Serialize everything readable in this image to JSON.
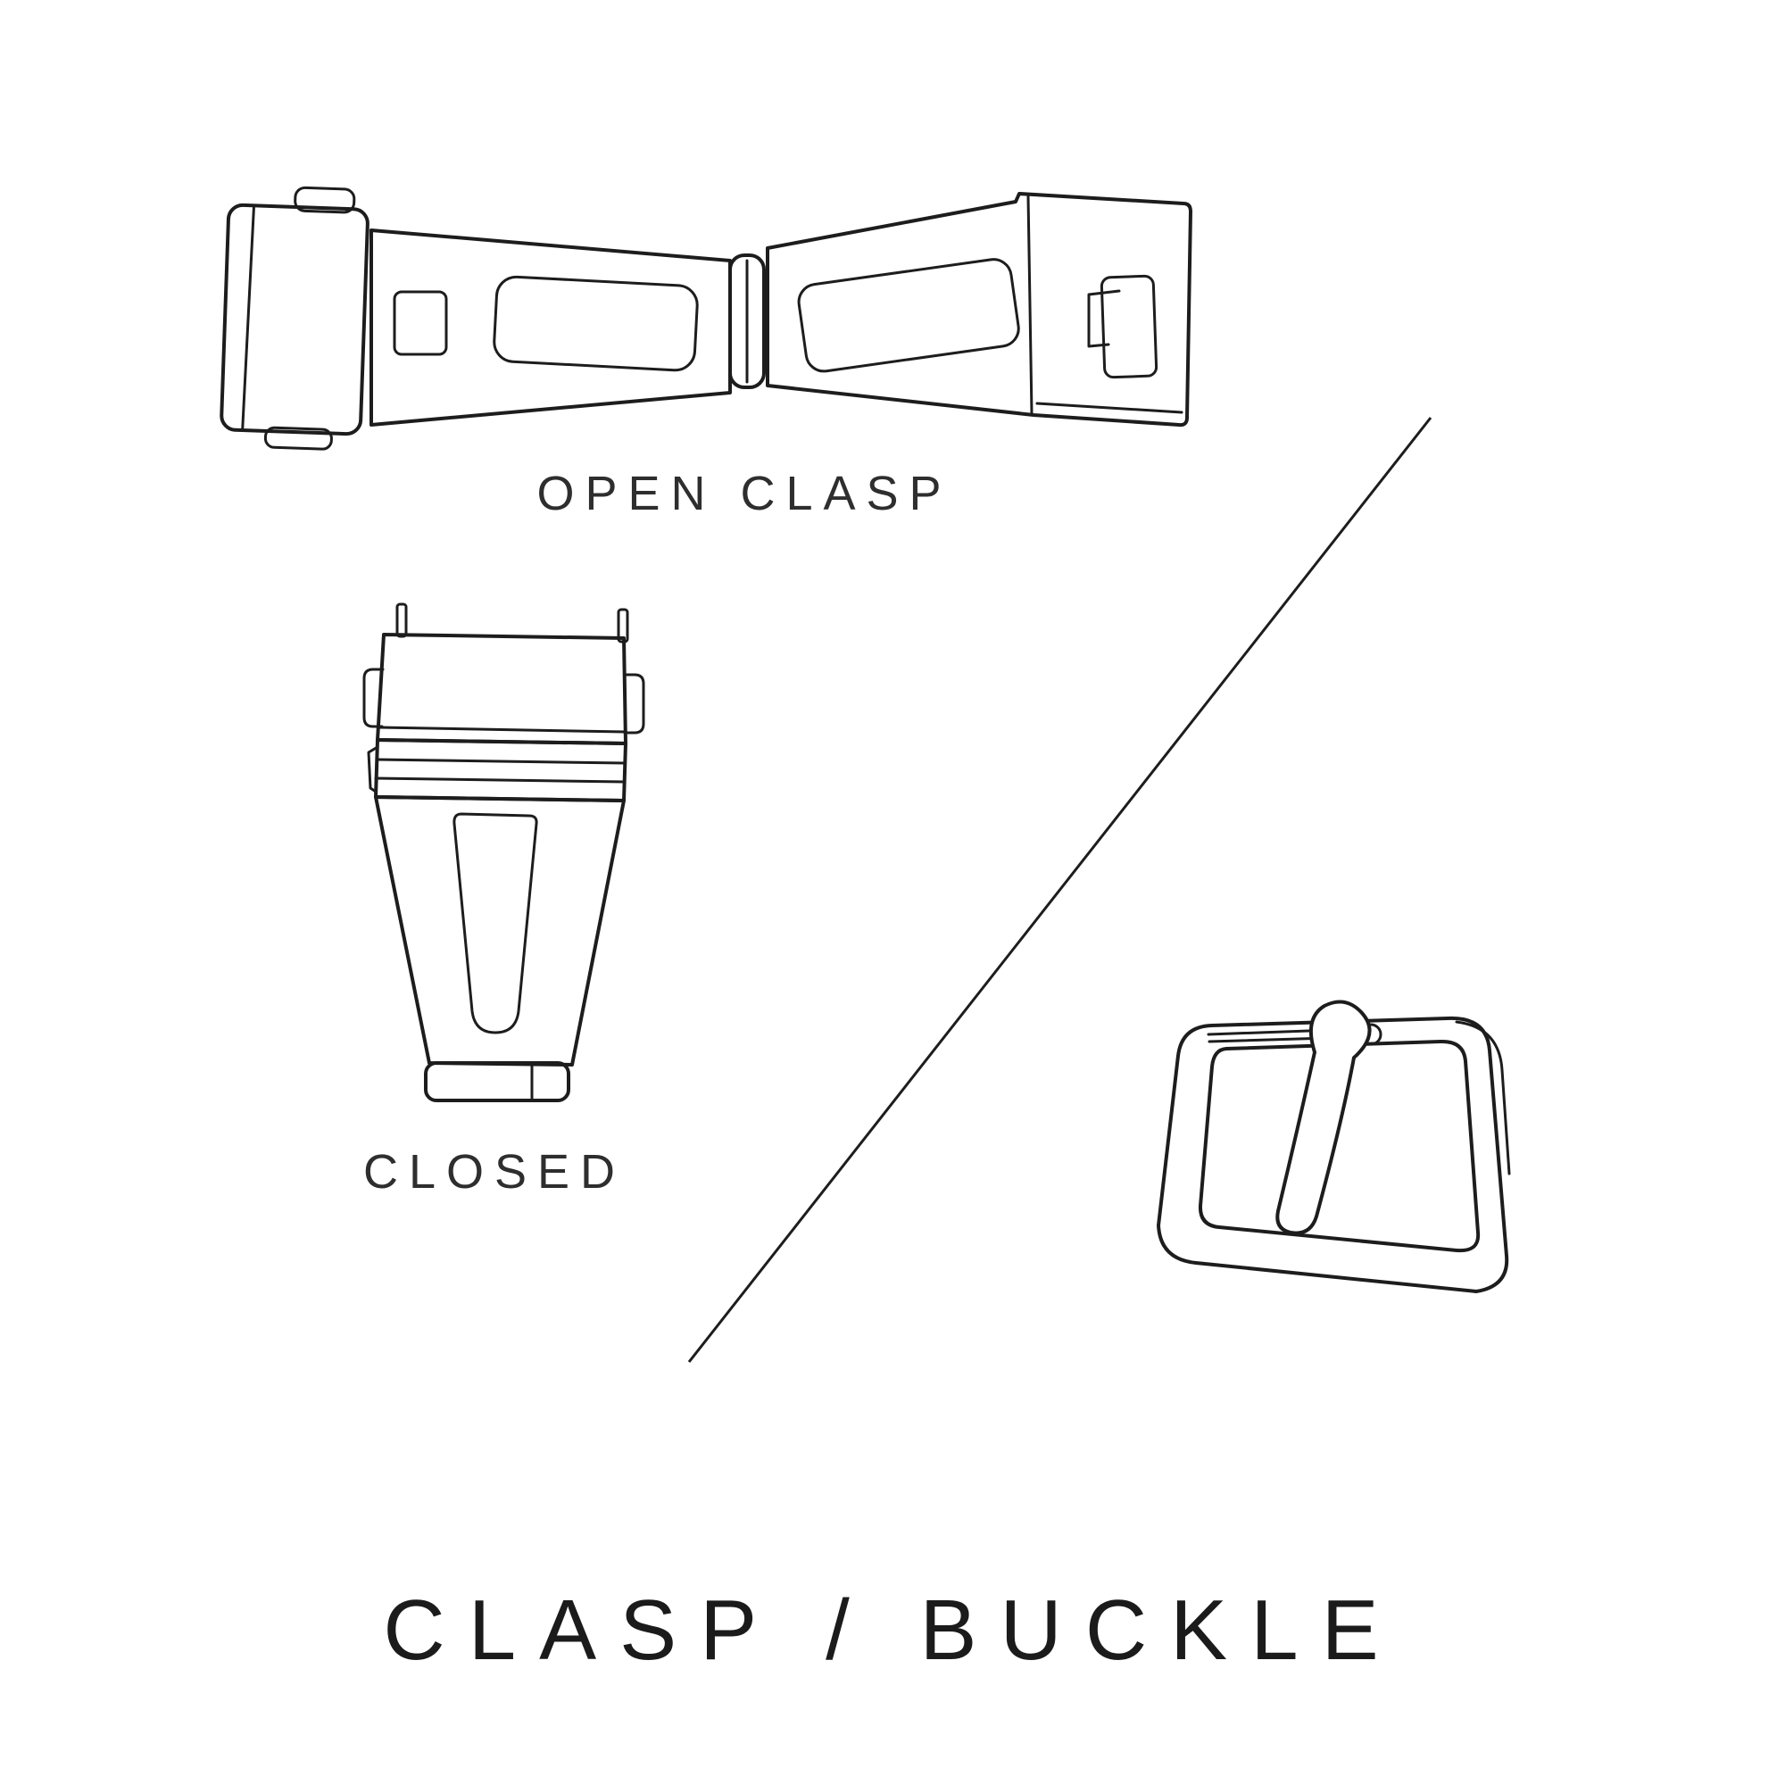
{
  "page": {
    "title": "CLASP / BUCKLE",
    "background_color": "#ffffff",
    "line_color": "#1d1d1d",
    "text_color": "#2e2e2e"
  },
  "figures": {
    "open_clasp": {
      "label": "OPEN CLASP",
      "illustration": "open-clasp-line-drawing"
    },
    "closed_clasp": {
      "label": "CLOSED",
      "illustration": "closed-clasp-line-drawing"
    },
    "buckle": {
      "illustration": "pin-buckle-line-drawing"
    }
  },
  "divider": {
    "illustration": "diagonal-divider-line"
  }
}
